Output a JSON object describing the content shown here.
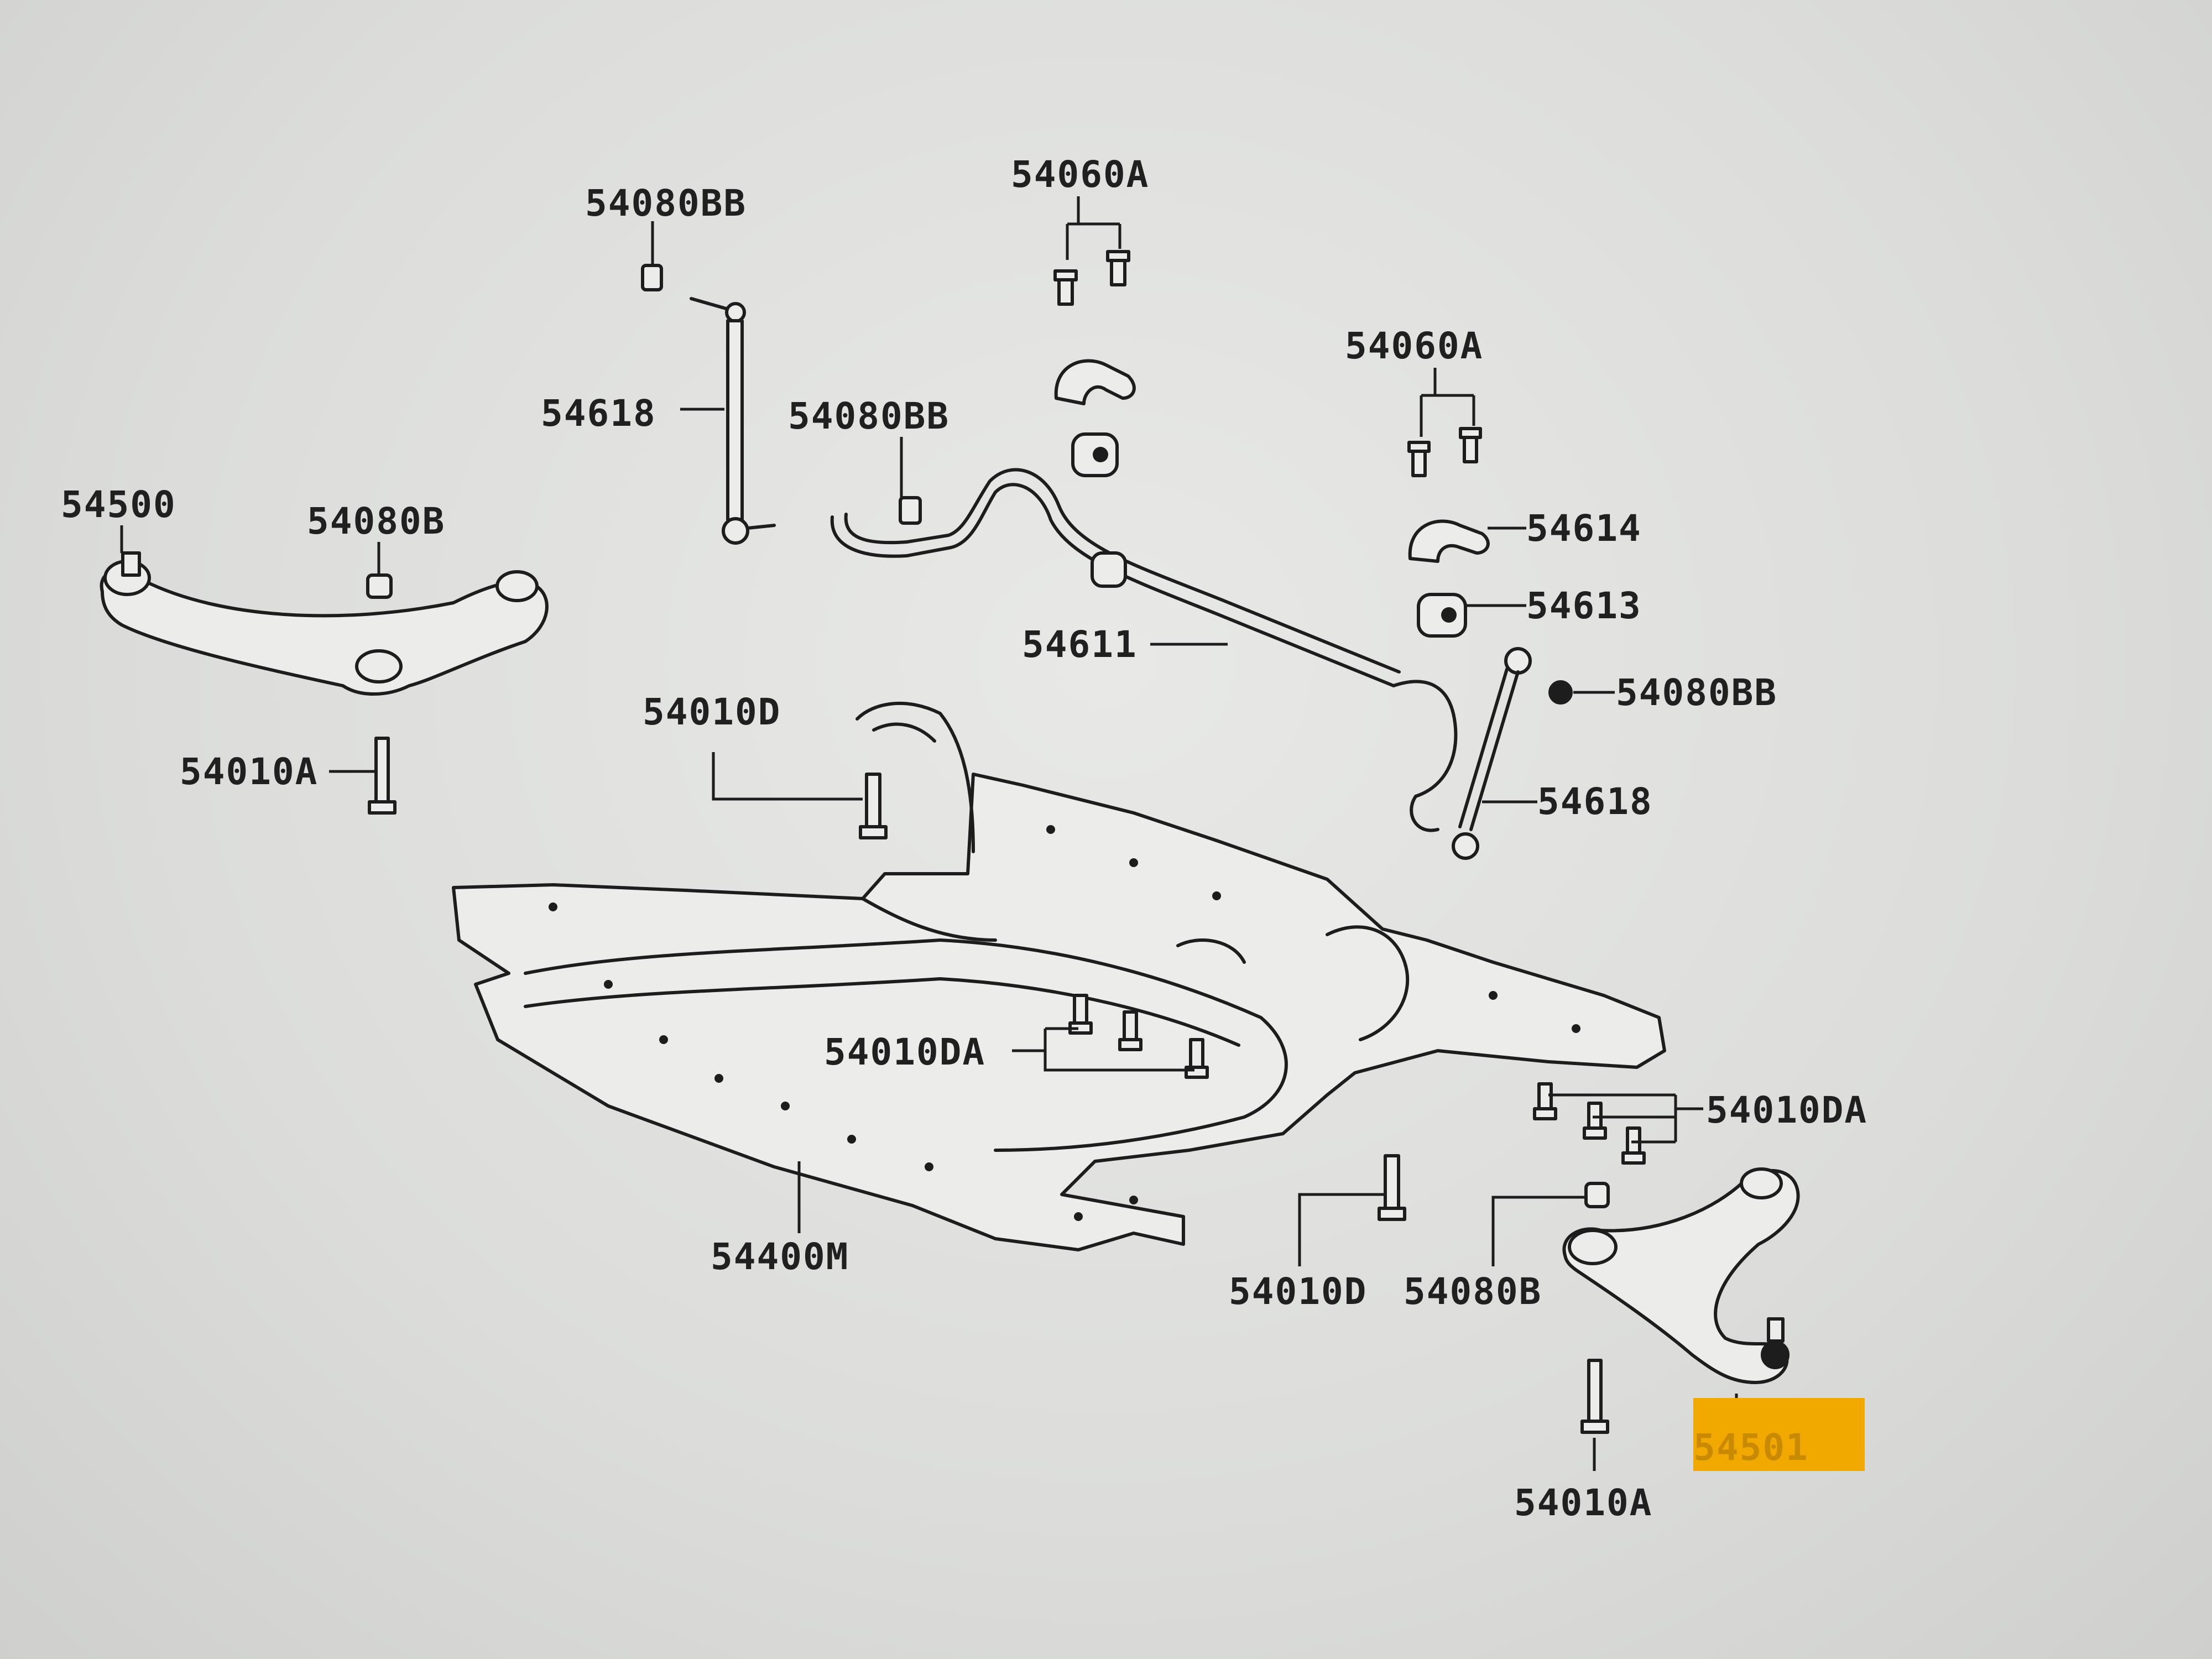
{
  "diagram": {
    "labels": {
      "top_bolts": "54060A",
      "right_bolts": "54060A",
      "link_nut_top": "54080BB",
      "link_nut_mid": "54080BB",
      "link_nut_right": "54080BB",
      "link_left": "54618",
      "link_right": "54618",
      "left_arm": "54500",
      "left_arm_nut": "54080B",
      "left_arm_bolt": "54010A",
      "clamp": "54614",
      "bushing": "54613",
      "stabilizer": "54611",
      "frame_bolt_top": "54010D",
      "frame_bolts_mid": "54010DA",
      "frame_bolts_right": "54010DA",
      "member": "54400M",
      "frame_bolt_bottom": "54010D",
      "right_arm_nut": "54080B",
      "right_arm": "54501",
      "right_arm_bolt": "54010A"
    },
    "highlight_color": "#f1a900",
    "line_color": "#1d1d1d",
    "paper_color": "#e4e5e3"
  }
}
